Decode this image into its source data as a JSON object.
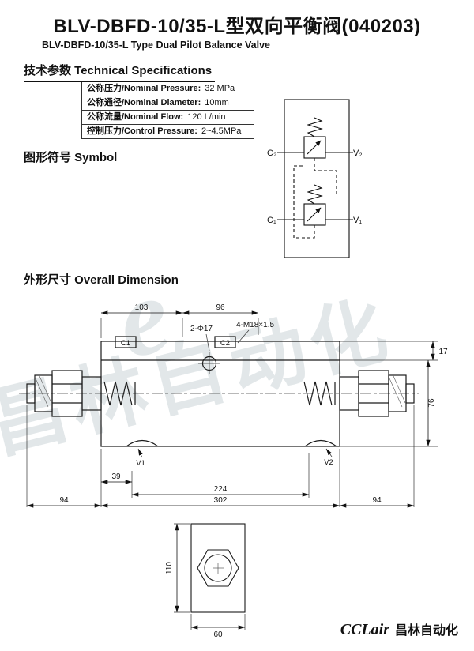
{
  "header": {
    "title": "BLV-DBFD-10/35-L型双向平衡阀(040203)",
    "subtitle": "BLV-DBFD-10/35-L Type Dual Pilot Balance Valve"
  },
  "specs": {
    "heading": "技术参数 Technical Specifications",
    "rows": [
      {
        "label": "公称压力/Nominal Pressure:",
        "value": "32 MPa"
      },
      {
        "label": "公称通径/Nominal Diameter:",
        "value": "10mm"
      },
      {
        "label": "公称流量/Nominal Flow:",
        "value": "120 L/min"
      },
      {
        "label": "控制压力/Control Pressure:",
        "value": "2~4.5MPa"
      }
    ]
  },
  "symbol": {
    "heading": "图形符号 Symbol",
    "ports": {
      "c2": "C₂",
      "v2": "V₂",
      "c1": "C₁",
      "v1": "V₁"
    }
  },
  "dimensions": {
    "heading": "外形尺寸 Overall Dimension",
    "top": {
      "d103": "103",
      "d96": "96",
      "holes": "2-Φ17",
      "threads": "4-M18×1.5"
    },
    "ports": {
      "c1": "C1",
      "c2": "C2",
      "v1": "V1",
      "v2": "V2"
    },
    "right": {
      "d17": "17",
      "d76": "76"
    },
    "bottom": {
      "d39": "39",
      "d224": "224",
      "d94_left": "94",
      "d302": "302",
      "d94_right": "94"
    },
    "end_view": {
      "d110": "110",
      "d60": "60"
    }
  },
  "watermark": {
    "logo": "e",
    "text": "昌林自动化"
  },
  "footer": {
    "brand": "CCLair",
    "company": "昌林自动化"
  }
}
